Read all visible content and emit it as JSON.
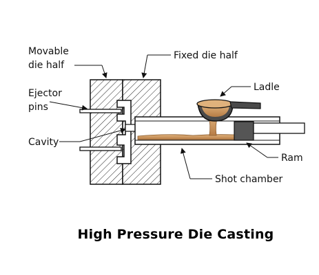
{
  "diagram": {
    "title": "High Pressure Die Casting",
    "labels": {
      "movable_die_line1": "Movable",
      "movable_die_line2": "die half",
      "fixed_die": "Fixed die half",
      "ejector_line1": "Ejector",
      "ejector_line2": "pins",
      "cavity": "Cavity",
      "ladle": "Ladle",
      "ram": "Ram",
      "shot_chamber": "Shot chamber"
    },
    "colors": {
      "outline": "#111111",
      "molten_metal": "#c8915a",
      "ram": "#555555",
      "background": "#ffffff"
    }
  }
}
